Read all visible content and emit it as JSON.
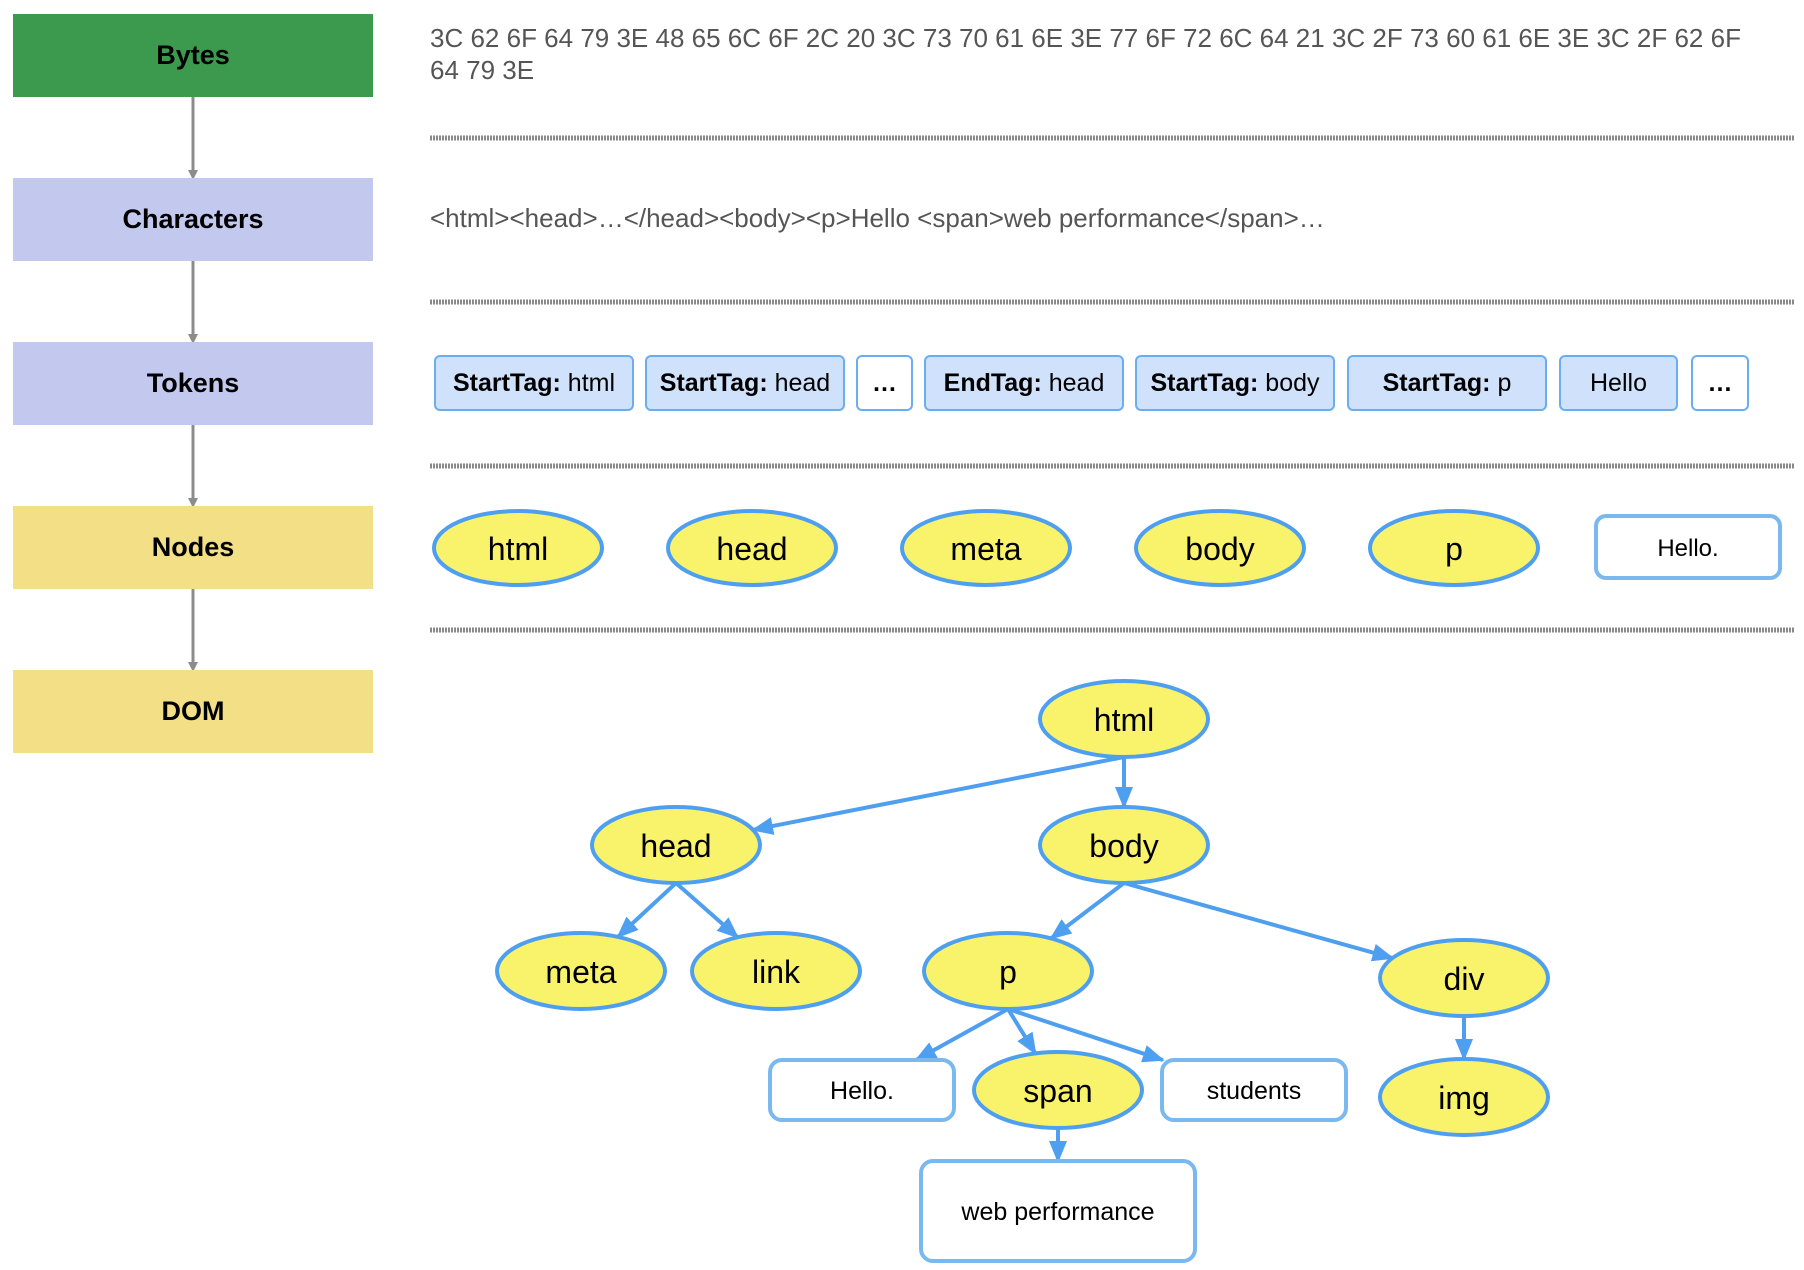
{
  "stages": [
    {
      "label": "Bytes",
      "color": "#3c9a4e"
    },
    {
      "label": "Characters",
      "color": "#c3c8ee"
    },
    {
      "label": "Tokens",
      "color": "#c3c8ee"
    },
    {
      "label": "Nodes",
      "color": "#f3df86"
    },
    {
      "label": "DOM",
      "color": "#f3df86"
    }
  ],
  "bytes_text": "3C 62 6F 64 79 3E 48 65 6C 6F 2C 20 3C 73 70 61 6E 3E 77 6F 72 6C 64 21 3C 2F 73 60 61 6E 3E 3C 2F 62 6F 64 79 3E",
  "characters_text": "<html><head>…</head><body><p>Hello <span>web performance</span>…",
  "tokens": [
    {
      "kind": "StartTag:",
      "name": "html"
    },
    {
      "kind": "StartTag:",
      "name": "head"
    },
    {
      "kind": "",
      "name": "…"
    },
    {
      "kind": "EndTag:",
      "name": "head"
    },
    {
      "kind": "StartTag:",
      "name": "body"
    },
    {
      "kind": "StartTag:",
      "name": "p"
    },
    {
      "kind": "",
      "name": "Hello"
    },
    {
      "kind": "",
      "name": "…"
    }
  ],
  "nodes": [
    {
      "label": "html",
      "shape": "ellipse"
    },
    {
      "label": "head",
      "shape": "ellipse"
    },
    {
      "label": "meta",
      "shape": "ellipse"
    },
    {
      "label": "body",
      "shape": "ellipse"
    },
    {
      "label": "p",
      "shape": "ellipse"
    },
    {
      "label": "Hello.",
      "shape": "rect"
    }
  ],
  "dom": {
    "nodes": [
      {
        "id": "html",
        "label": "html",
        "shape": "ellipse"
      },
      {
        "id": "head",
        "label": "head",
        "shape": "ellipse"
      },
      {
        "id": "body",
        "label": "body",
        "shape": "ellipse"
      },
      {
        "id": "meta",
        "label": "meta",
        "shape": "ellipse"
      },
      {
        "id": "link",
        "label": "link",
        "shape": "ellipse"
      },
      {
        "id": "p",
        "label": "p",
        "shape": "ellipse"
      },
      {
        "id": "div",
        "label": "div",
        "shape": "ellipse"
      },
      {
        "id": "hello",
        "label": "Hello.",
        "shape": "rect"
      },
      {
        "id": "span",
        "label": "span",
        "shape": "ellipse"
      },
      {
        "id": "students",
        "label": "students",
        "shape": "rect"
      },
      {
        "id": "img",
        "label": "img",
        "shape": "ellipse"
      },
      {
        "id": "webperf",
        "label": "web performance",
        "shape": "rect"
      }
    ],
    "edges": [
      {
        "from": "html",
        "to": "head"
      },
      {
        "from": "html",
        "to": "body"
      },
      {
        "from": "head",
        "to": "meta"
      },
      {
        "from": "head",
        "to": "link"
      },
      {
        "from": "body",
        "to": "p"
      },
      {
        "from": "body",
        "to": "div"
      },
      {
        "from": "p",
        "to": "hello"
      },
      {
        "from": "p",
        "to": "span"
      },
      {
        "from": "p",
        "to": "students"
      },
      {
        "from": "div",
        "to": "img"
      },
      {
        "from": "span",
        "to": "webperf"
      }
    ]
  },
  "colors": {
    "node_fill": "#f8f36b",
    "node_stroke": "#4f9ff0",
    "stage_arrow": "#8c8c8c",
    "separator": "#8a8a8a"
  }
}
